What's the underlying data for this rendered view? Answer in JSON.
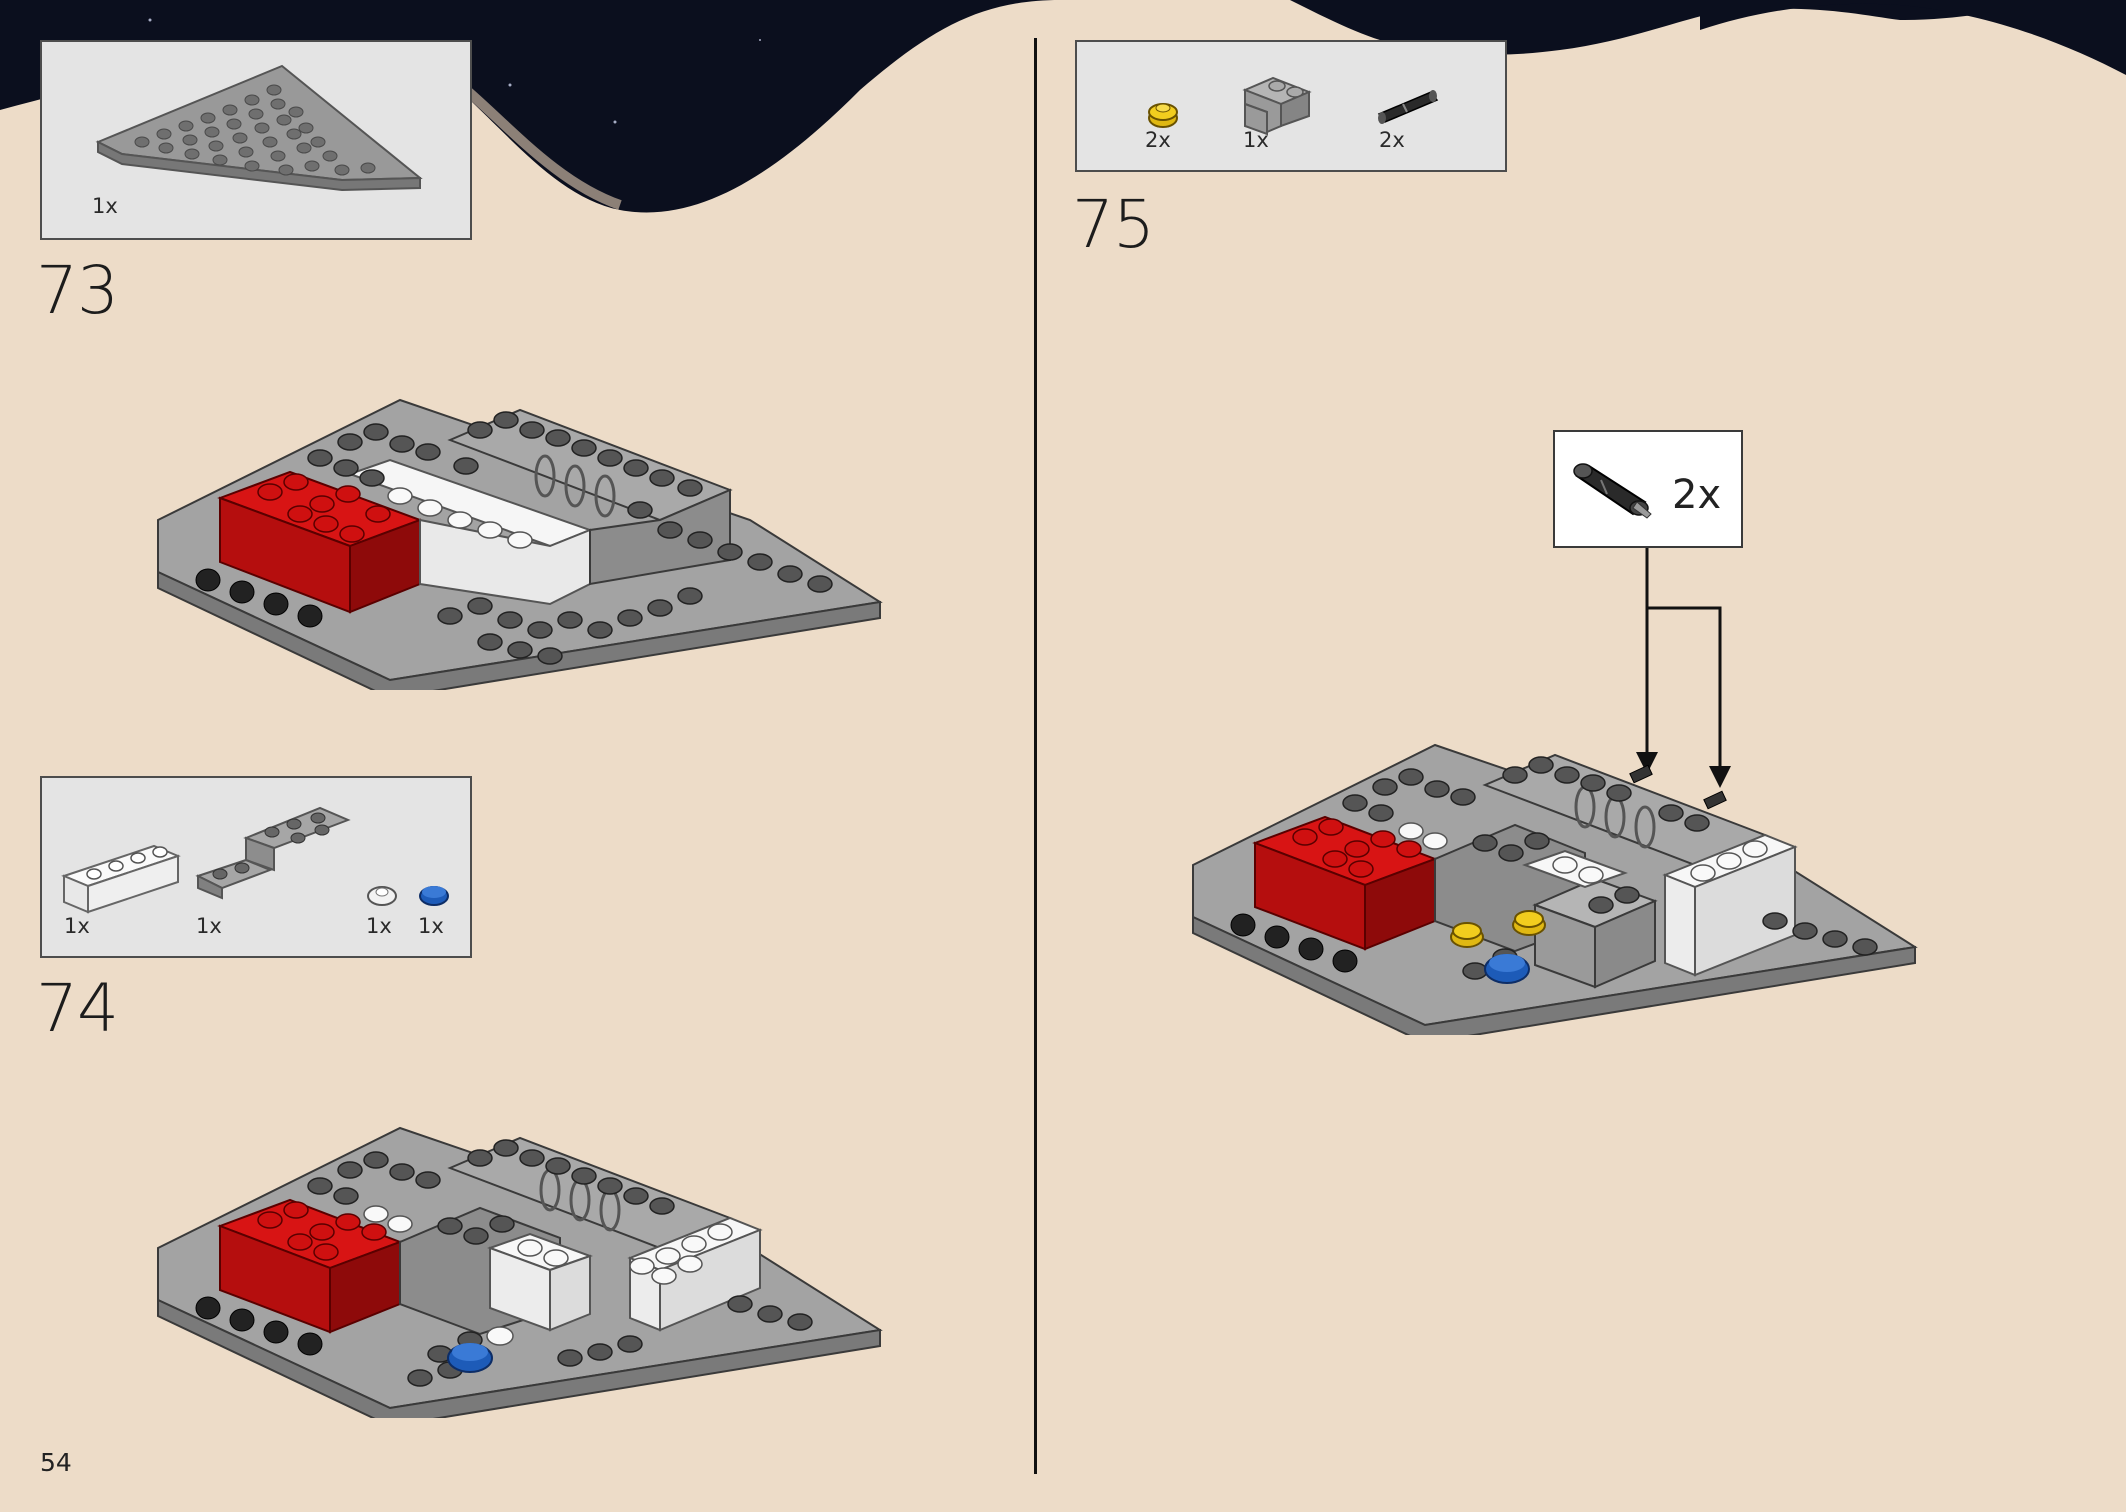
{
  "page": {
    "number": "54"
  },
  "steps": [
    {
      "number": "73",
      "parts": [
        {
          "part": "gray-wedge-plate",
          "qty": "1x"
        }
      ]
    },
    {
      "number": "74",
      "parts": [
        {
          "part": "white-brick-1x4",
          "qty": "1x"
        },
        {
          "part": "gray-bracket-plate",
          "qty": "1x"
        },
        {
          "part": "white-round-tile",
          "qty": "1x"
        },
        {
          "part": "blue-round-tile",
          "qty": "1x"
        }
      ]
    },
    {
      "number": "75",
      "parts": [
        {
          "part": "yellow-round-plate",
          "qty": "2x"
        },
        {
          "part": "gray-corner-brick",
          "qty": "1x"
        },
        {
          "part": "black-technic-pin",
          "qty": "2x"
        }
      ],
      "callout": {
        "part": "black-technic-pin",
        "qty": "2x"
      }
    }
  ],
  "colors": {
    "background": "#eddcc8",
    "space": "#0b0f1e",
    "parts_box": "#e4e4e4",
    "lego_gray": "#9a9a9a",
    "lego_red": "#cf1010",
    "lego_white": "#f4f4f4",
    "lego_yellow": "#f2cd1e",
    "lego_blue": "#1d5bb8"
  }
}
